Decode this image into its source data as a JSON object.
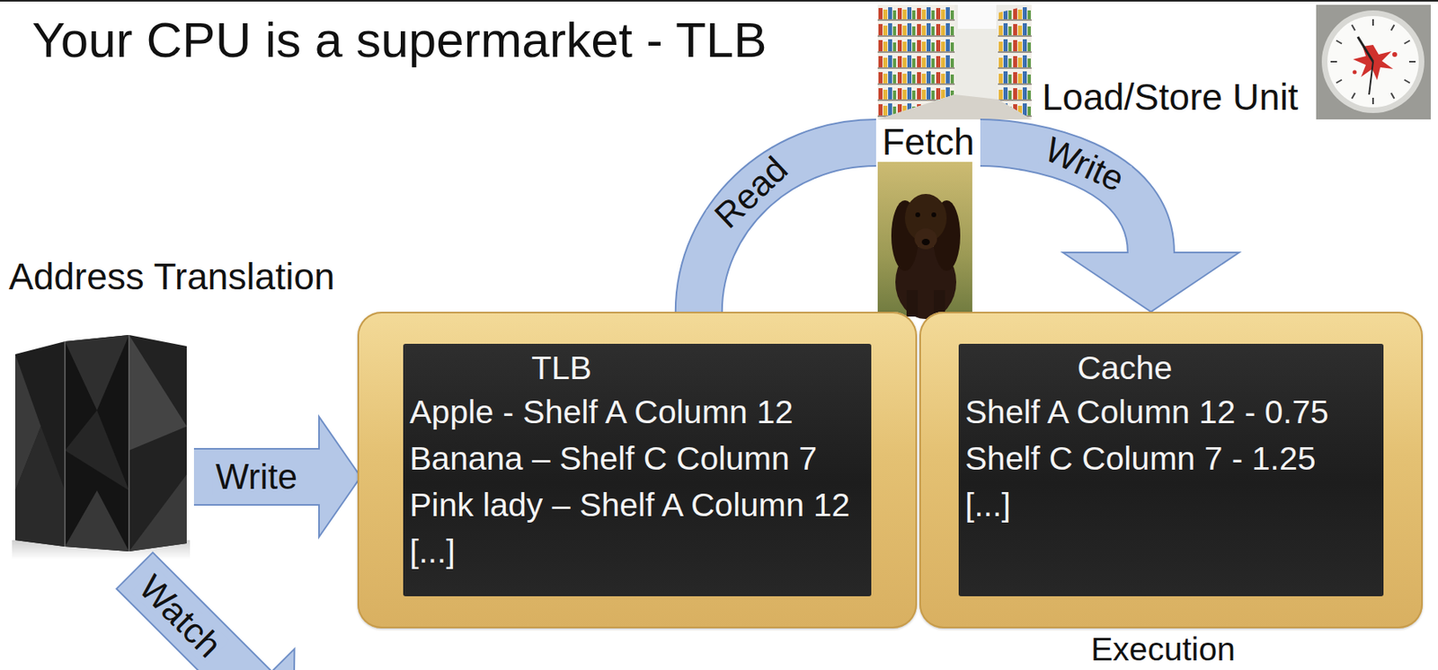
{
  "diagram": {
    "title": "Your CPU is a supermarket - TLB",
    "nodes": [
      {
        "text": [
          "Fetch"
        ]
      },
      {
        "text": [
          "Address Translation"
        ]
      },
      {
        "text": [
          "TLB",
          "Apple - Shelf A Column 12",
          "Banana – Shelf C Column 7",
          "Pink lady – Shelf A Column 12",
          "[...]"
        ]
      },
      {
        "text": [
          "Cache",
          "Shelf A Column 12 - 0.75",
          "Shelf C Column 7 - 1.25",
          "[...]"
        ]
      }
    ],
    "edges": [
      {
        "from": 1,
        "to": 2,
        "label": "Write",
        "arrow": "to"
      },
      {
        "from": 2,
        "to": 0,
        "label": "Read",
        "arrow": "none"
      },
      {
        "from": 0,
        "to": 3,
        "label": "Write",
        "arrow": "to"
      }
    ],
    "labels": [
      "Load/Store Unit",
      "Watch",
      "Execution"
    ]
  }
}
